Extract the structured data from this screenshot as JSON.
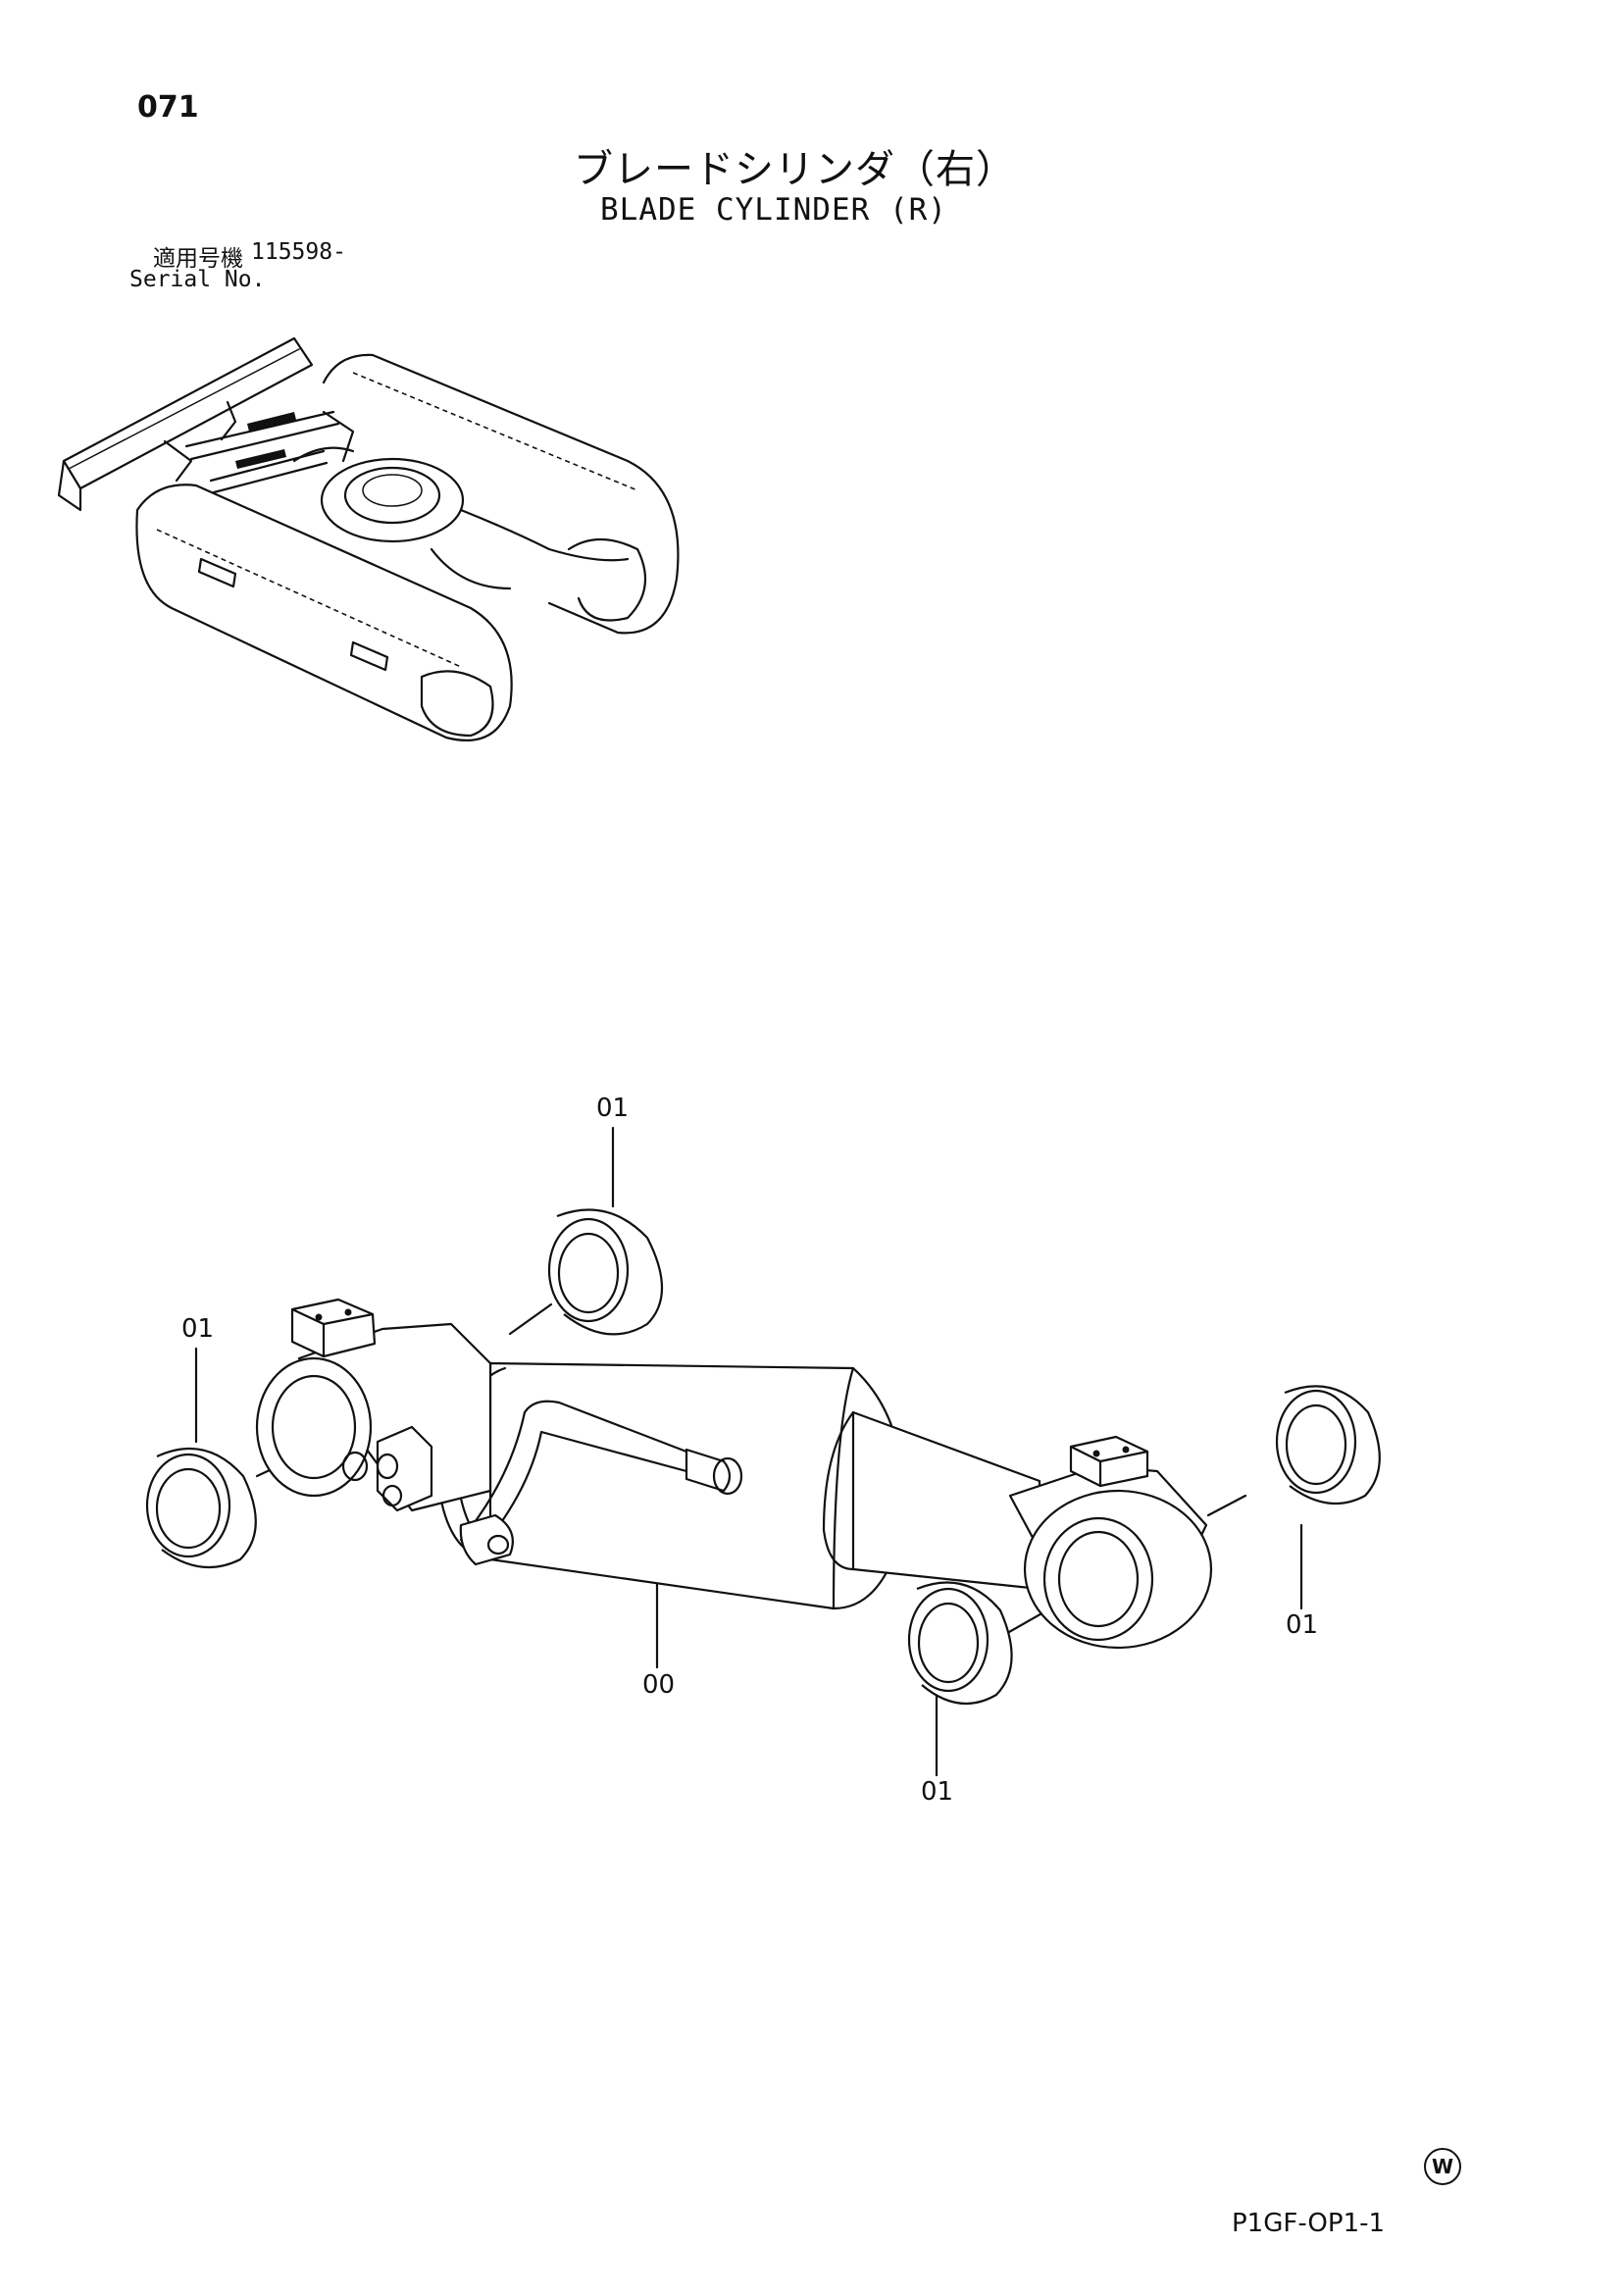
{
  "page_number": "071",
  "title_jp": "ブレードシリンダ（右）",
  "title_en": "BLADE CYLINDER (R)",
  "serial": {
    "label_jp": "適用号機",
    "number": "115598-",
    "label_en": "Serial No."
  },
  "callouts": {
    "bushing_top": "01",
    "bushing_left": "01",
    "bushing_right": "01",
    "bushing_bottom": "01",
    "cylinder": "00"
  },
  "watermark_symbol": "W",
  "doc_code": "P1GF-OP1-1",
  "colors": {
    "ink": "#111111",
    "paper": "#ffffff"
  }
}
